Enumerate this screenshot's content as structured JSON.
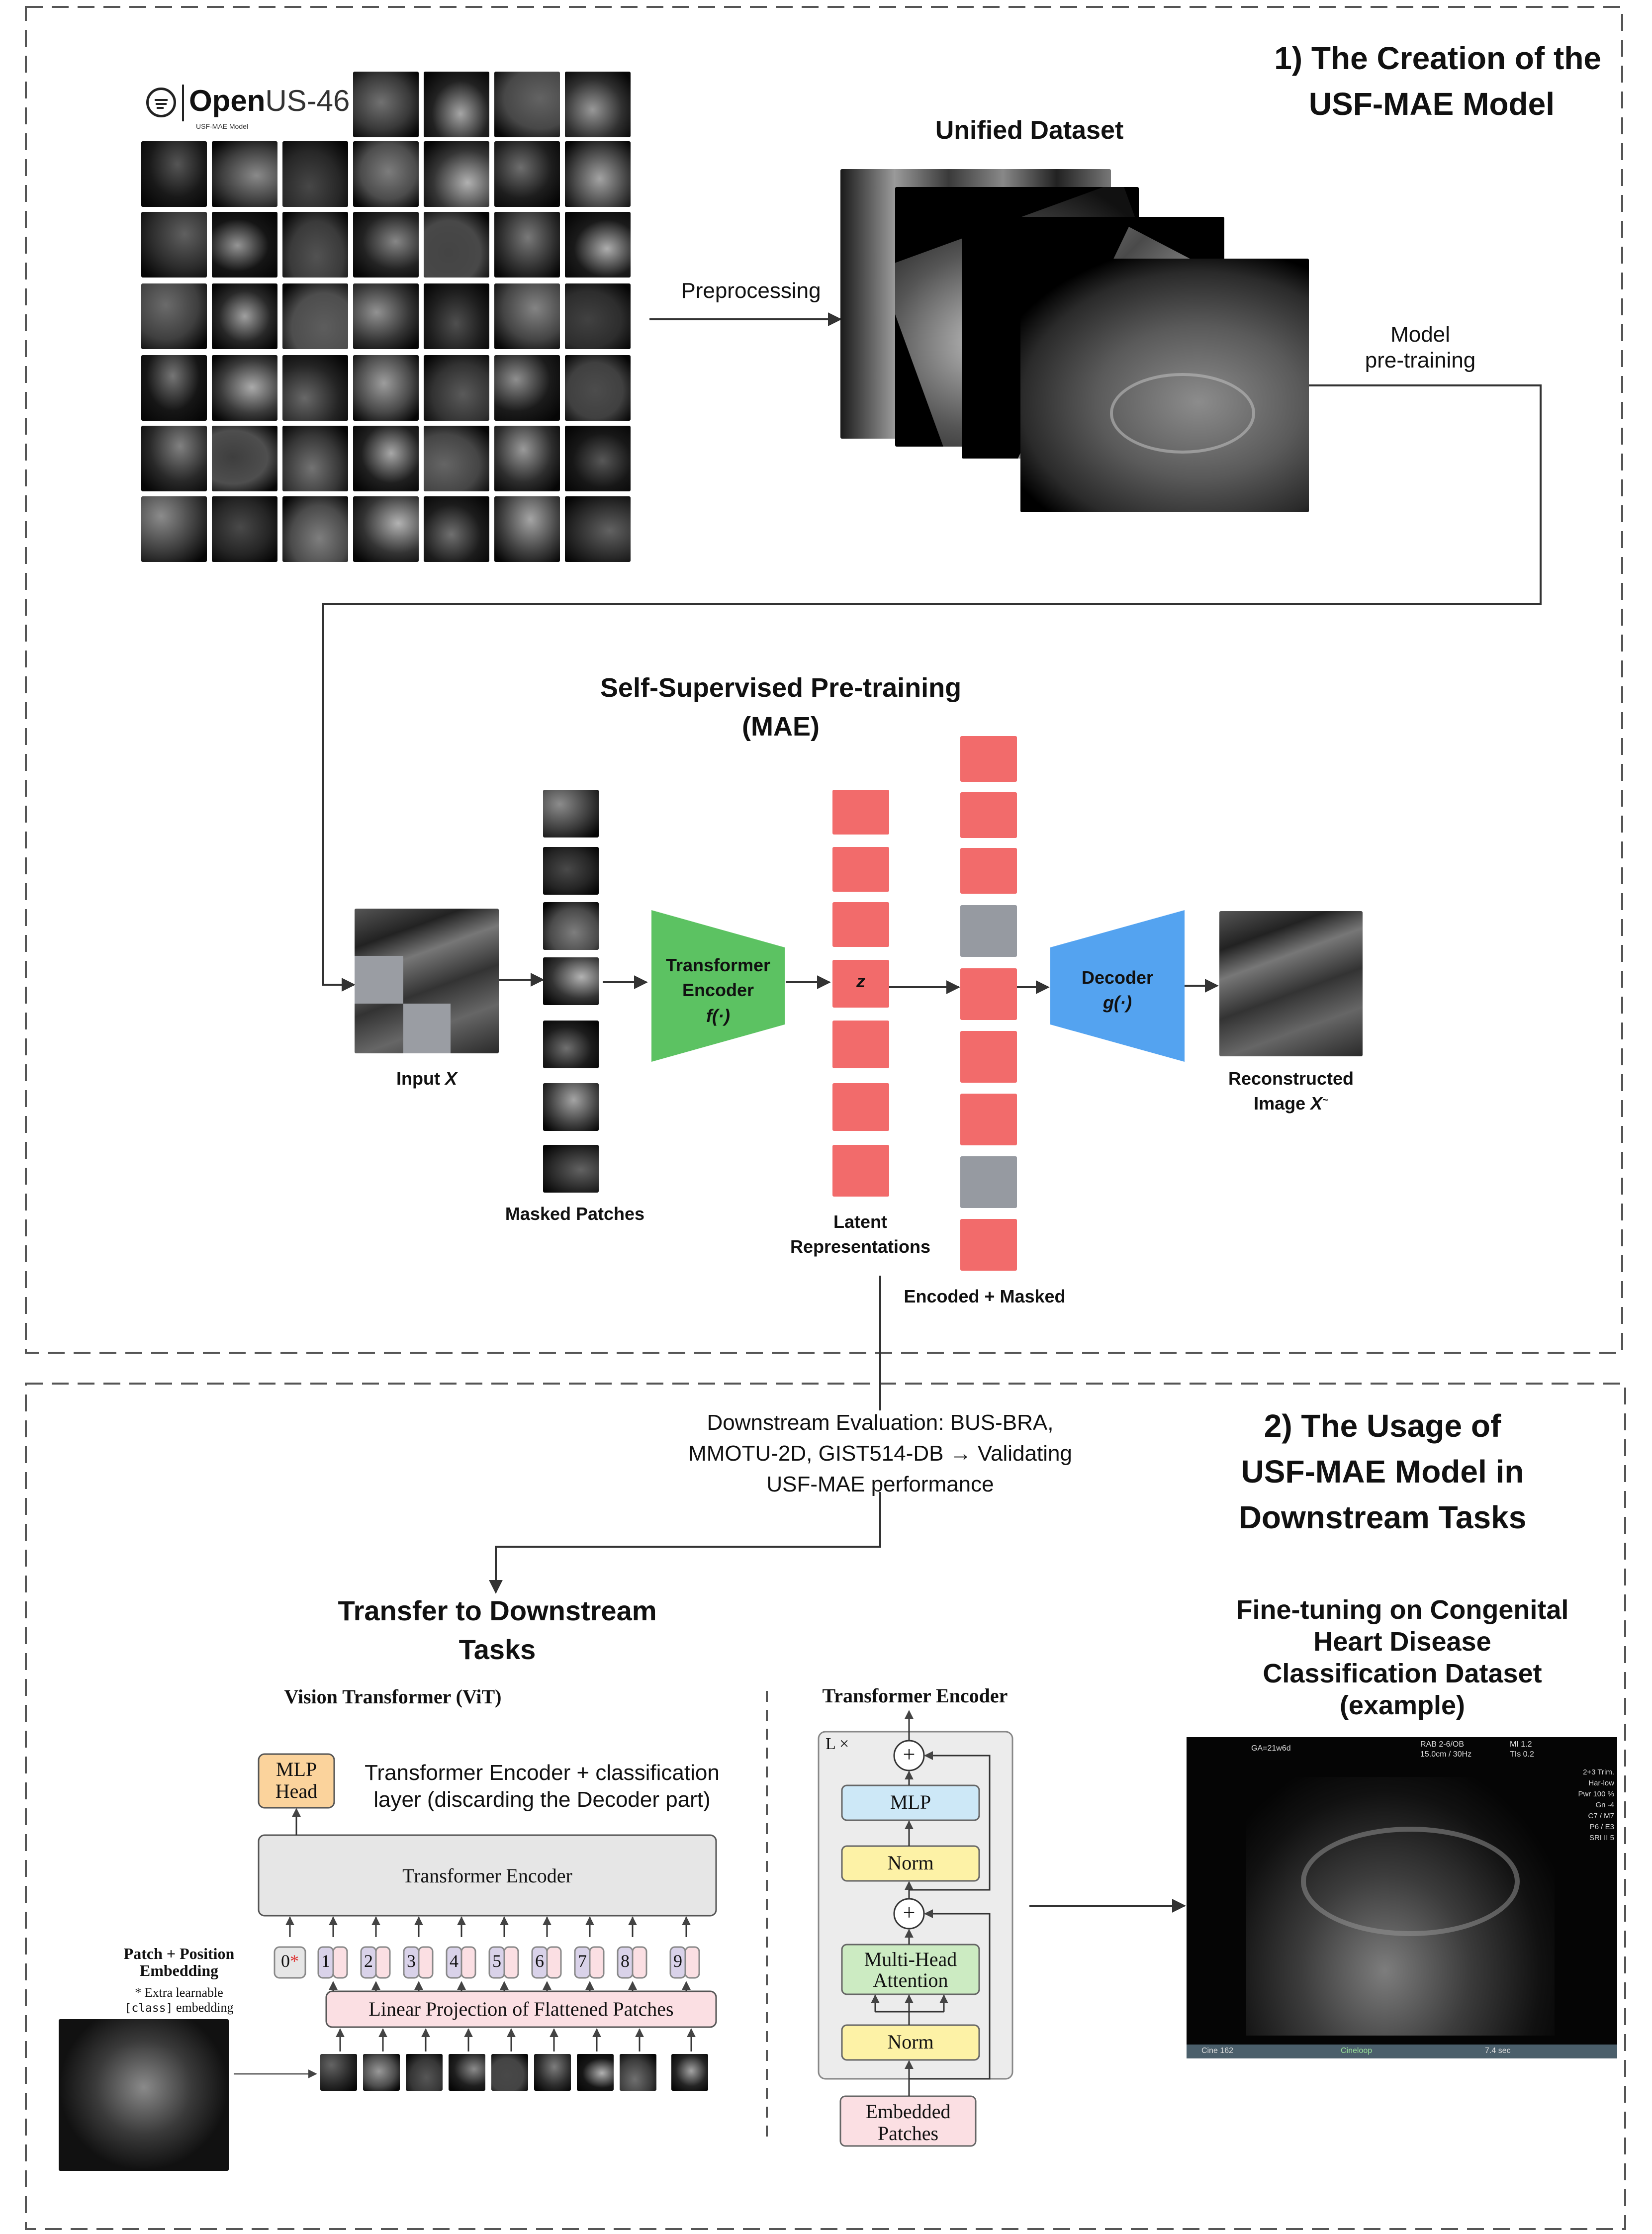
{
  "section1": {
    "title_line1": "1) The Creation of the",
    "title_line2": "USF-MAE Model"
  },
  "openus": {
    "logo_bold": "Open",
    "logo_light": "US",
    "logo_num": "-46",
    "subtitle": "USF-MAE Model"
  },
  "unified_dataset": "Unified Dataset",
  "preprocessing": "Preprocessing",
  "model_pretraining_line1": "Model",
  "model_pretraining_line2": "pre-training",
  "ssl": {
    "title_line1": "Self-Supervised Pre-training",
    "title_line2": "(MAE)",
    "input_label": "Input ",
    "input_var": "X",
    "masked_patches": "Masked Patches",
    "encoder_line1": "Transformer",
    "encoder_line2": "Encoder",
    "encoder_func": "f(·)",
    "latent_z": "z",
    "latent_line1": "Latent",
    "latent_line2": "Representations",
    "encoded_masked": "Encoded + Masked",
    "decoder_line1": "Decoder",
    "decoder_func": "g(·)",
    "recon_line1": "Reconstructed",
    "recon_line2": "Image ",
    "recon_var": "X",
    "recon_sup": "~"
  },
  "downstream_eval": {
    "line1": "Downstream Evaluation: BUS-BRA,",
    "line2": "MMOTU-2D, GIST514-DB → Validating",
    "line3": "USF-MAE performance"
  },
  "section2": {
    "title_line1": "2) The Usage of",
    "title_line2": "USF-MAE Model in",
    "title_line3": "Downstream Tasks"
  },
  "transfer": {
    "line1": "Transfer to Downstream",
    "line2": "Tasks"
  },
  "vit": {
    "title": "Vision Transformer (ViT)",
    "mlp_line1": "MLP",
    "mlp_line2": "Head",
    "encoder_label": "Transformer Encoder",
    "note_line1": "Transformer Encoder + classification",
    "note_line2": "layer (discarding the Decoder part)",
    "patch_pos_line1": "Patch + Position",
    "patch_pos_line2": "Embedding",
    "extra_line1": "* Extra learnable",
    "extra_line2a": "[class]",
    "extra_line2b": " embedding",
    "linear_proj": "Linear Projection of Flattened Patches",
    "tokens": [
      "0*",
      "1",
      "2",
      "3",
      "4",
      "5",
      "6",
      "7",
      "8",
      "9"
    ]
  },
  "te_block": {
    "title": "Transformer Encoder",
    "lx": "L ×",
    "mlp": "MLP",
    "norm": "Norm",
    "mha_line1": "Multi-Head",
    "mha_line2": "Attention",
    "embedded_line1": "Embedded",
    "embedded_line2": "Patches",
    "plus": "+"
  },
  "finetune": {
    "line1": "Fine-tuning on Congenital",
    "line2": "Heart Disease",
    "line3": "Classification Dataset",
    "line4": "(example)"
  },
  "us_screen": {
    "header_left": "GA=21w6d",
    "header_mid1": "RAB 2-6/OB",
    "header_mid2": "15.0cm / 30Hz",
    "header_mi": "MI 1.2",
    "header_tis": "TIs 0.2",
    "side": [
      "2+3 Trim.",
      "Har-low",
      "Pwr 100 %",
      "Gn -4",
      "C7 / M7",
      "P6 / E3",
      "SRI II 5"
    ],
    "footer_left": "Cine 162",
    "footer_mid": "Cineloop",
    "footer_right": "7.4 sec"
  },
  "colors": {
    "latent_red": "#f26b6b",
    "masked_gray": "#969aa1",
    "encoder_green": "#5cc262",
    "decoder_blue": "#54a3f0",
    "mlp_orange": "#fbd39c",
    "linear_pink": "#fbdfe3",
    "mlp_blue": "#cde8f7",
    "norm_yellow": "#fdf2a6",
    "mha_green": "#ccebc2"
  }
}
